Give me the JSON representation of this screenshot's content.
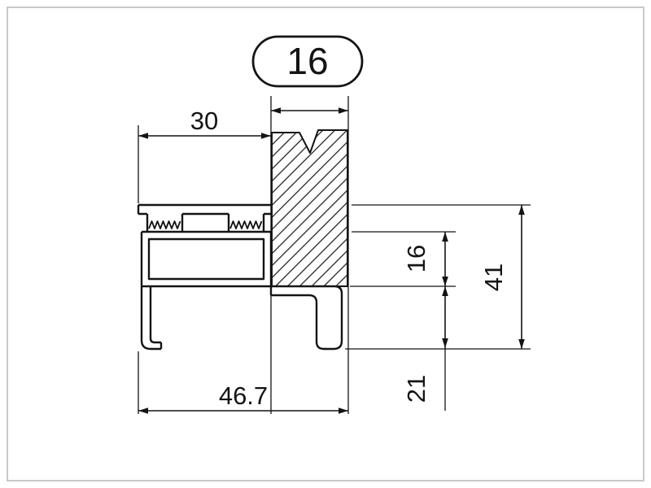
{
  "callout": {
    "value": "16"
  },
  "dimensions": {
    "top_width": "30",
    "overall_width": "46.7",
    "groove_height": "16",
    "overall_height": "41",
    "lower_height": "21"
  },
  "colors": {
    "line": "#141414",
    "frame": "#c9c9c9",
    "background": "#ffffff",
    "hatch": "#141414"
  }
}
